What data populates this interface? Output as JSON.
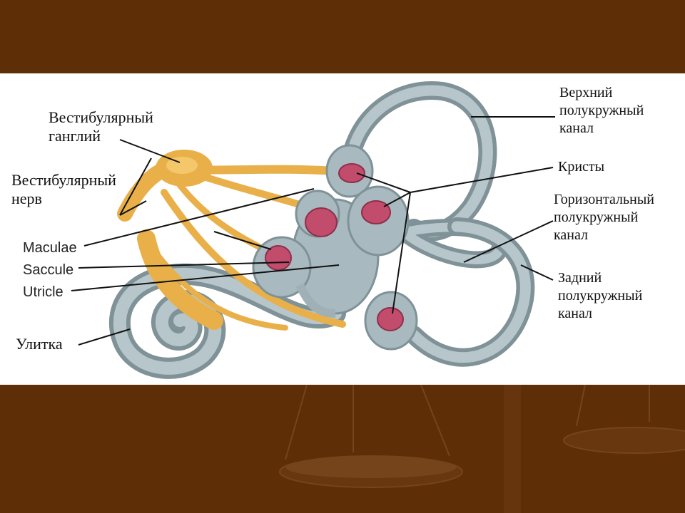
{
  "colors": {
    "background": "#5e2f06",
    "panel": "#ffffff",
    "nerve": "#e9b04a",
    "canal": "#9fb1b6",
    "crista": "#c24c6c"
  },
  "labels": {
    "vestibular_ganglion": "Вестибулярный\nганглий",
    "vestibular_nerve": "Вестибулярный\nнерв",
    "maculae": "Maculae",
    "saccule": "Saccule",
    "utricle": "Utricle",
    "cochlea": "Улитка",
    "superior_canal": "Верхний\nполукружный\nканал",
    "cristae": "Кристы",
    "horizontal_canal": "Горизонтальный\nполукружный\nканал",
    "posterior_canal": "Задний\nполукружный\nканал"
  }
}
